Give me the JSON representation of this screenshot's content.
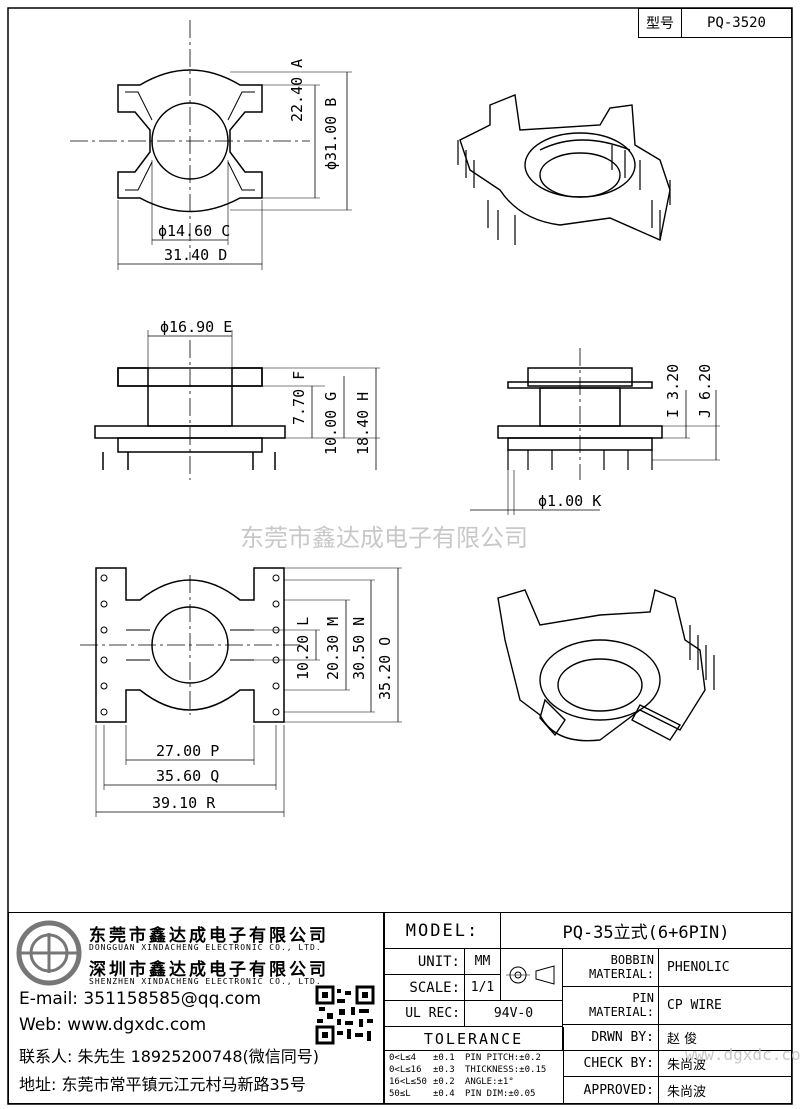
{
  "header": {
    "model_label": "型号",
    "model_value": "PQ-3520"
  },
  "watermark": "东莞市鑫达成电子有限公司",
  "watermark2": "www.dgxdc.com",
  "top_view": {
    "dimensions": [
      {
        "value": "22.40",
        "tag": "A"
      },
      {
        "value": "31.00",
        "tag": "B",
        "prefix": "ϕ"
      },
      {
        "value": "14.60",
        "tag": "C",
        "prefix": "ϕ"
      },
      {
        "value": "31.40",
        "tag": "D"
      }
    ]
  },
  "front_view": {
    "dimensions": [
      {
        "value": "16.90",
        "tag": "E",
        "prefix": "ϕ"
      },
      {
        "value": "7.70",
        "tag": "F"
      },
      {
        "value": "10.00",
        "tag": "G"
      },
      {
        "value": "18.40",
        "tag": "H"
      }
    ]
  },
  "side_view": {
    "dimensions": [
      {
        "value": "3.20",
        "tag": "I"
      },
      {
        "value": "6.20",
        "tag": "J"
      },
      {
        "value": "1.00",
        "tag": "K",
        "prefix": "ϕ"
      }
    ]
  },
  "bottom_view": {
    "dimensions": [
      {
        "value": "10.20",
        "tag": "L"
      },
      {
        "value": "20.30",
        "tag": "M"
      },
      {
        "value": "30.50",
        "tag": "N"
      },
      {
        "value": "35.20",
        "tag": "O"
      },
      {
        "value": "27.00",
        "tag": "P"
      },
      {
        "value": "35.60",
        "tag": "Q"
      },
      {
        "value": "39.10",
        "tag": "R"
      }
    ]
  },
  "company": {
    "name_cn": "东莞市鑫达成电子有限公司",
    "name_en1": "DONGGUAN XINDACHENG ELECTRONIC CO., LTD.",
    "name_cn2": "深圳市鑫达成电子有限公司",
    "name_en2": "SHENZHEN XINDACHENG ELECTRONIC CO., LTD.",
    "email": "E-mail: 351158585@qq.com",
    "web": "Web: www.dgxdc.com",
    "contact": "联系人: 朱先生 18925200748(微信同号)",
    "address": "地址: 东莞市常平镇元江元村马新路35号"
  },
  "title_block": {
    "model_label": "MODEL:",
    "model_value": "PQ-35立式(6+6PIN)",
    "unit_label": "UNIT:",
    "unit_value": "MM",
    "scale_label": "SCALE:",
    "scale_value": "1/1",
    "ulrec_label": "UL REC:",
    "ulrec_value": "94V-0",
    "bobbin_label": "BOBBIN MATERIAL:",
    "bobbin_value": "PHENOLIC",
    "pin_label": "PIN MATERIAL:",
    "pin_value": "CP WIRE",
    "tolerance_label": "TOLERANCE",
    "tol_rows": [
      [
        "0<L≤4",
        "±0.1",
        "PIN PITCH:±0.2"
      ],
      [
        "0<L≤16",
        "±0.3",
        "THICKNESS:±0.15"
      ],
      [
        "16<L≤50",
        "±0.2",
        "ANGLE:±1°"
      ],
      [
        "50≤L",
        "±0.4",
        "PIN DIM:±0.05"
      ]
    ],
    "drawn_label": "DRWN BY:",
    "drawn_value": "赵 俊",
    "check_label": "CHECK BY:",
    "check_value": "朱尚波",
    "approved_label": "APPROVED:",
    "approved_value": "朱尚波"
  }
}
